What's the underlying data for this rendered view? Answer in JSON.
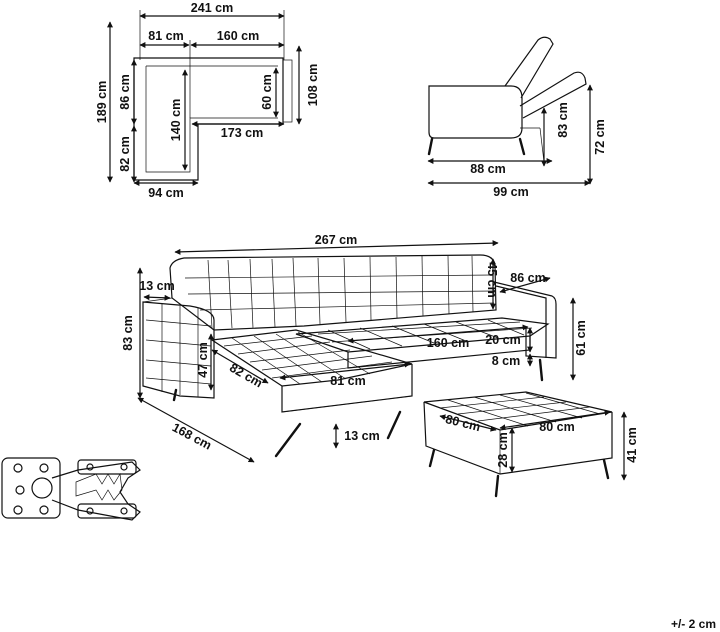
{
  "top_view": {
    "width_total": "241 cm",
    "width_chaise": "81 cm",
    "width_main": "160 cm",
    "depth_total": "189 cm",
    "depth_upper": "86 cm",
    "depth_lower": "82 cm",
    "chaise_length": "140 cm",
    "seat_depth": "60 cm",
    "back_depth": "108 cm",
    "seat_width": "173 cm",
    "chaise_width": "94 cm"
  },
  "side_view": {
    "seat_depth": "88 cm",
    "total_depth": "99 cm",
    "reclined_height": "83 cm",
    "height": "72 cm"
  },
  "main_view": {
    "total_width": "267 cm",
    "arm_width": "13 cm",
    "back_height": "45 cm",
    "side_depth": "86 cm",
    "total_height": "83 cm",
    "seat_height": "47 cm",
    "chaise_depth": "82 cm",
    "chaise_width": "81 cm",
    "seat_width": "160 cm",
    "cushion_thickness": "20 cm",
    "seat_gap": "8 cm",
    "arm_height": "61 cm",
    "leg_height": "13 cm",
    "chaise_length": "168 cm"
  },
  "ottoman": {
    "depth": "80 cm",
    "width": "80 cm",
    "body_height": "28 cm",
    "height": "41 cm"
  },
  "tolerance": "+/- 2 cm",
  "icons": [
    "connector-bracket-icon"
  ]
}
